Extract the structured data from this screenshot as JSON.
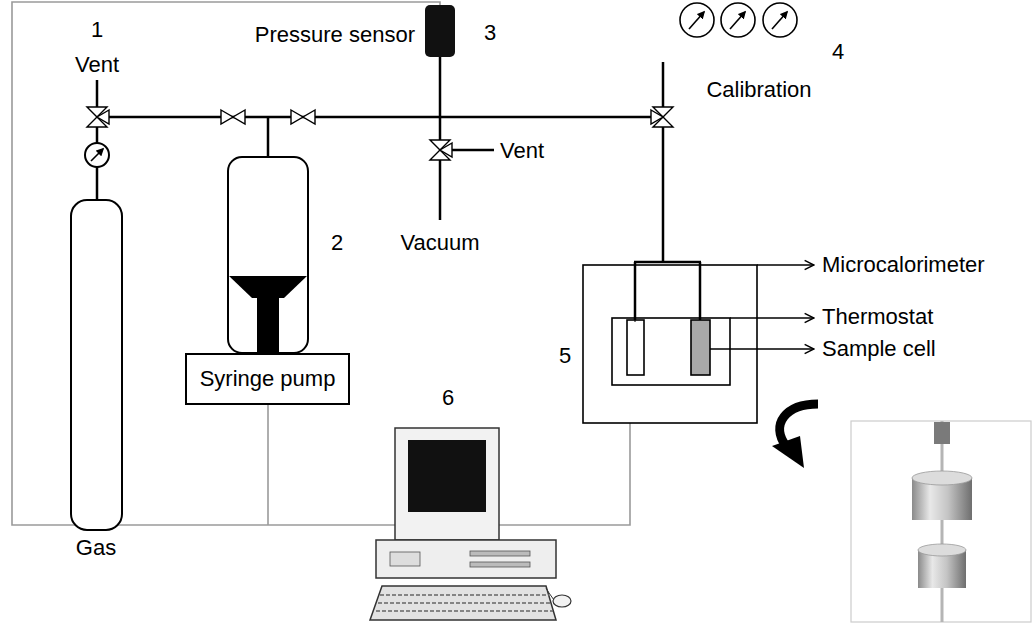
{
  "diagram": {
    "nodes": [
      {
        "text": [
          "Syringe pump"
        ]
      }
    ],
    "labels": [
      "1",
      "Vent",
      "Pressure sensor",
      "3",
      "4",
      "Calibration",
      "2",
      "Vent",
      "Vacuum",
      "Microcalorimeter",
      "5",
      "Thermostat",
      "Sample cell",
      "Gas",
      "6"
    ]
  }
}
